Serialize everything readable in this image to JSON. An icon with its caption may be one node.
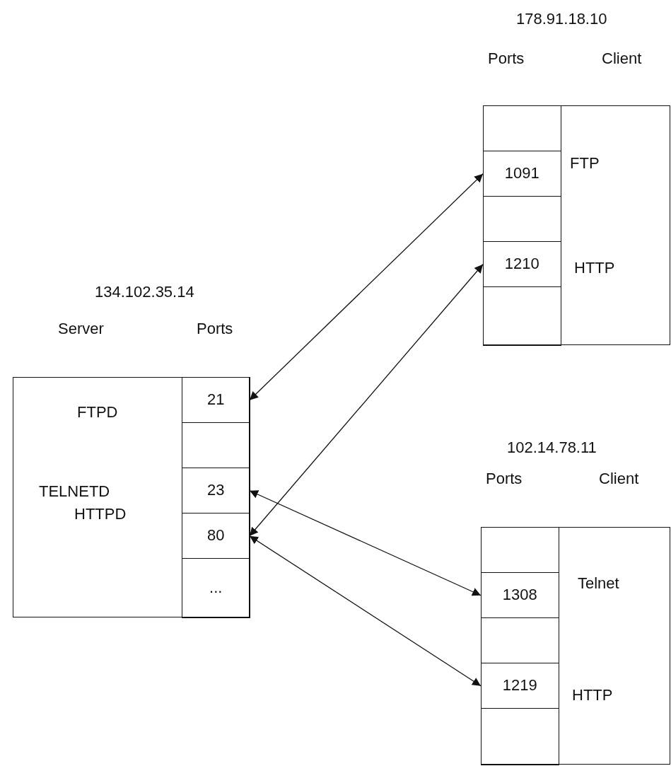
{
  "diagram": {
    "nodes": [
      {
        "text": [
          "FTPD",
          "TELNETD",
          "HTTPD"
        ]
      },
      {
        "text": [
          "21"
        ],
        "in": 0
      },
      {
        "text": [],
        "shape": "box",
        "in": 0
      },
      {
        "text": [
          "23"
        ],
        "in": 0
      },
      {
        "text": [
          "80"
        ],
        "in": 0
      },
      {
        "text": [
          "..."
        ],
        "in": 0
      },
      {
        "text": [
          "FTP",
          "HTTP"
        ]
      },
      {
        "text": [],
        "shape": "box",
        "in": 6
      },
      {
        "text": [
          "1091"
        ],
        "in": 6
      },
      {
        "text": [],
        "shape": "box",
        "in": 6
      },
      {
        "text": [
          "1210"
        ],
        "in": 6
      },
      {
        "text": [],
        "shape": "box",
        "in": 6
      },
      {
        "text": [
          "Telnet",
          "HTTP"
        ]
      },
      {
        "text": [],
        "shape": "box",
        "in": 12
      },
      {
        "text": [
          "1308"
        ],
        "in": 12
      },
      {
        "text": [],
        "shape": "box",
        "in": 12
      },
      {
        "text": [
          "1219"
        ],
        "in": 12
      },
      {
        "text": [],
        "shape": "box",
        "in": 12
      }
    ],
    "edges": [
      {
        "from": 1,
        "to": 8,
        "arrow": "both"
      },
      {
        "from": 4,
        "to": 10,
        "arrow": "both"
      },
      {
        "from": 3,
        "to": 14,
        "arrow": "both"
      },
      {
        "from": 4,
        "to": 16,
        "arrow": "both"
      }
    ],
    "labels": [
      "178.91.18.10",
      "Ports",
      "Client",
      "134.102.35.14",
      "Server",
      "Ports",
      "102.14.78.11",
      "Ports",
      "Client"
    ]
  }
}
